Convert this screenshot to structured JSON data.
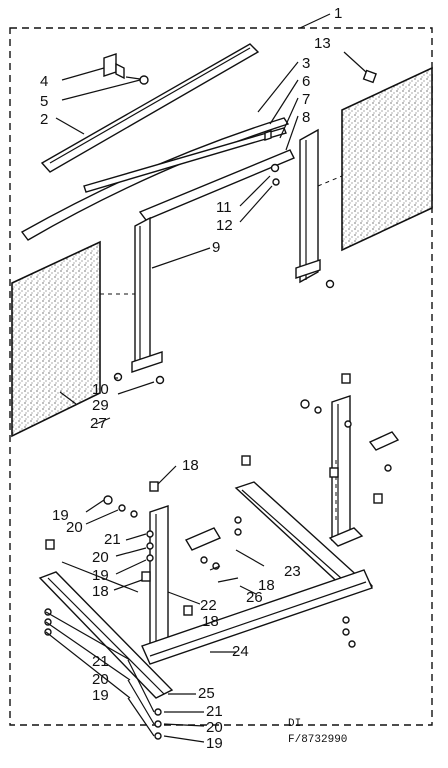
{
  "callouts": {
    "c1": "1",
    "c2": "2",
    "c3": "3",
    "c4": "4",
    "c5": "5",
    "c6": "6",
    "c7": "7",
    "c8": "8",
    "c9": "9",
    "c10": "10",
    "c11": "11",
    "c12": "12",
    "c13": "13",
    "c18": "18",
    "c19": "19",
    "c20": "20",
    "c21": "21",
    "c22": "22",
    "c23": "23",
    "c24": "24",
    "c25": "25",
    "c26": "26",
    "c27": "27",
    "c29": "29"
  },
  "footer": {
    "line1": "DI",
    "line2": "F/8732990"
  }
}
